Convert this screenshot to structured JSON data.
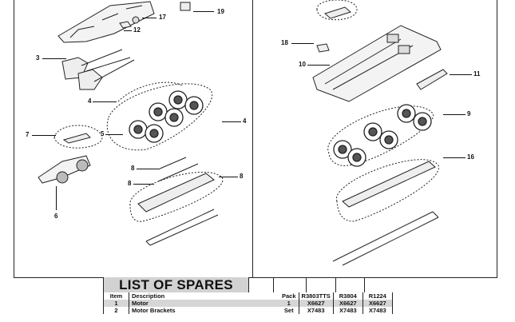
{
  "document": {
    "type": "exploded parts diagram",
    "left_panel": {
      "callouts": [
        {
          "label": "19",
          "part": "motor-clip"
        },
        {
          "label": "17",
          "part": "gear"
        },
        {
          "label": "12",
          "part": "bracket"
        },
        {
          "label": "3",
          "part": "motor-assembly"
        },
        {
          "label": "4",
          "part": "coupling-rods-upper"
        },
        {
          "label": "5",
          "part": "driving-wheel-sets"
        },
        {
          "label": "4",
          "part": "coupling-rods-lower"
        },
        {
          "label": "7",
          "part": "pony-truck-cover"
        },
        {
          "label": "8",
          "part": "valve-gear-upper"
        },
        {
          "label": "8",
          "part": "valve-gear-lower"
        },
        {
          "label": "8",
          "part": "keeper-plate"
        },
        {
          "label": "6",
          "part": "pony-truck"
        }
      ]
    },
    "right_panel": {
      "callouts": [
        {
          "label": "18",
          "part": "tender-bracket"
        },
        {
          "label": "10",
          "part": "tender-chassis"
        },
        {
          "label": "11",
          "part": "tender-coupling"
        },
        {
          "label": "9",
          "part": "tender-wheel-sets"
        },
        {
          "label": "16",
          "part": "tender-keeper-plate"
        }
      ]
    }
  },
  "spares": {
    "title": "LIST OF SPARES",
    "headers": {
      "item": "Item",
      "description": "Description",
      "pack": "Pack",
      "model_1": "R3803TTS",
      "model_2": "R3804",
      "model_3": "R1224"
    },
    "rows": [
      {
        "item": "1",
        "description": "Motor",
        "pack": "1",
        "model_1": "X6627",
        "model_2": "X6627",
        "model_3": "X6627",
        "shaded": true
      },
      {
        "item": "2",
        "description": "Motor Brackets",
        "pack": "Set",
        "model_1": "X7483",
        "model_2": "X7483",
        "model_3": "X7483",
        "shaded": false
      }
    ]
  }
}
